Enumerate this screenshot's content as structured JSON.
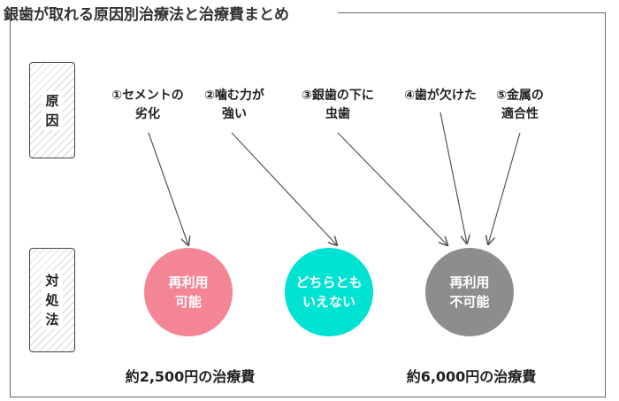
{
  "title": "銀歯が取れる原因別治療法と治療費まとめ",
  "labels": {
    "cause": [
      "原",
      "因"
    ],
    "action": [
      "対",
      "処",
      "法"
    ]
  },
  "causes": [
    {
      "lines": [
        "①セメントの",
        "劣化"
      ]
    },
    {
      "lines": [
        "②噛む力が",
        "強い"
      ]
    },
    {
      "lines": [
        "③銀歯の下に",
        "虫歯"
      ]
    },
    {
      "lines": [
        "④歯が欠けた"
      ]
    },
    {
      "lines": [
        "⑤金属の",
        "適合性"
      ]
    }
  ],
  "outcomes": [
    {
      "lines": [
        "再利用",
        "可能"
      ],
      "color": "#f48594"
    },
    {
      "lines": [
        "どちらとも",
        "いえない"
      ],
      "color": "#00e2d2"
    },
    {
      "lines": [
        "再利用",
        "不可能"
      ],
      "color": "#8d8d8d"
    }
  ],
  "costs": [
    "約2,500円の治療費",
    "約6,000円の治療費"
  ],
  "colors": {
    "arrow": "#555555",
    "frame": "#666666"
  }
}
